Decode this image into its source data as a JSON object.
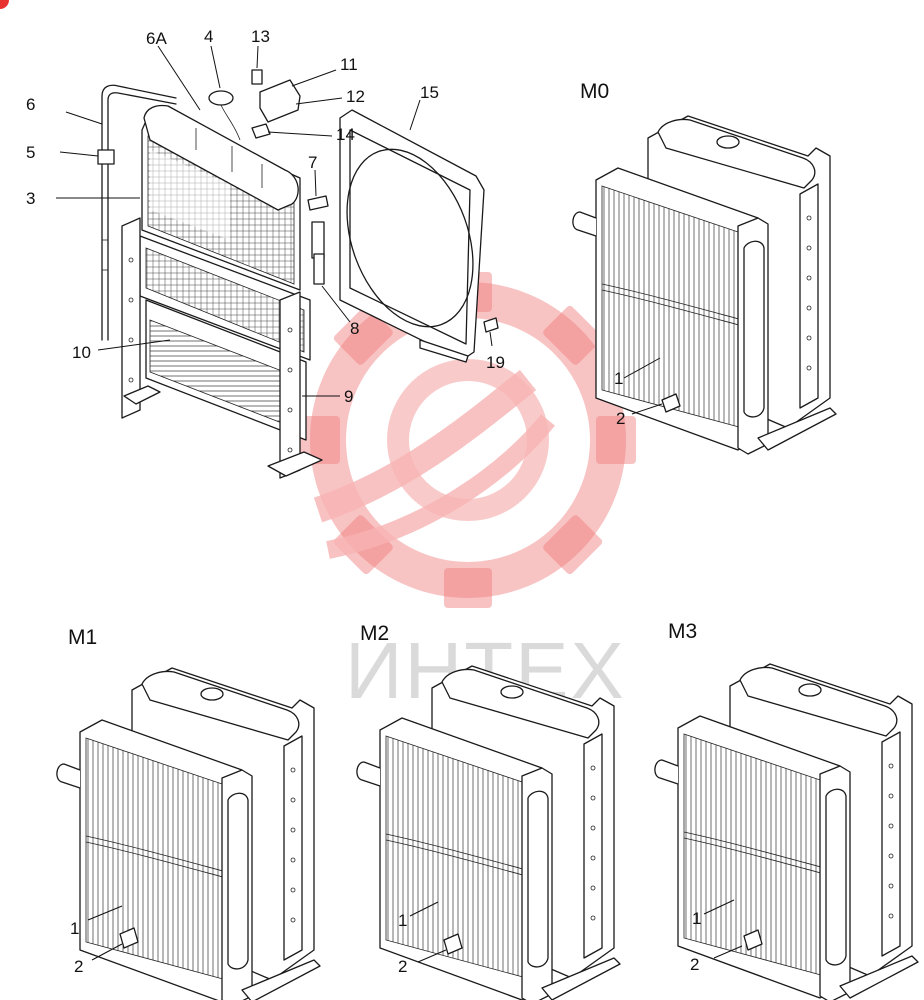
{
  "watermark": {
    "text": "ИНТЕХ",
    "color": "#f07a7a"
  },
  "accent": {
    "corner_badge": "#e8322f"
  },
  "main_assembly": {
    "labels": {
      "l6a": "6A",
      "l4": "4",
      "l13": "13",
      "l11": "11",
      "l12": "12",
      "l15": "15",
      "l14": "14",
      "l7": "7",
      "l6": "6",
      "l5": "5",
      "l3": "3",
      "l8": "8",
      "l10": "10",
      "l9": "9",
      "l19": "19"
    }
  },
  "variants": [
    {
      "title": "M0",
      "part_1": "1",
      "part_2": "2"
    },
    {
      "title": "M1",
      "part_1": "1",
      "part_2": "2"
    },
    {
      "title": "M2",
      "part_1": "1",
      "part_2": "2"
    },
    {
      "title": "M3",
      "part_1": "1",
      "part_2": "2"
    }
  ]
}
